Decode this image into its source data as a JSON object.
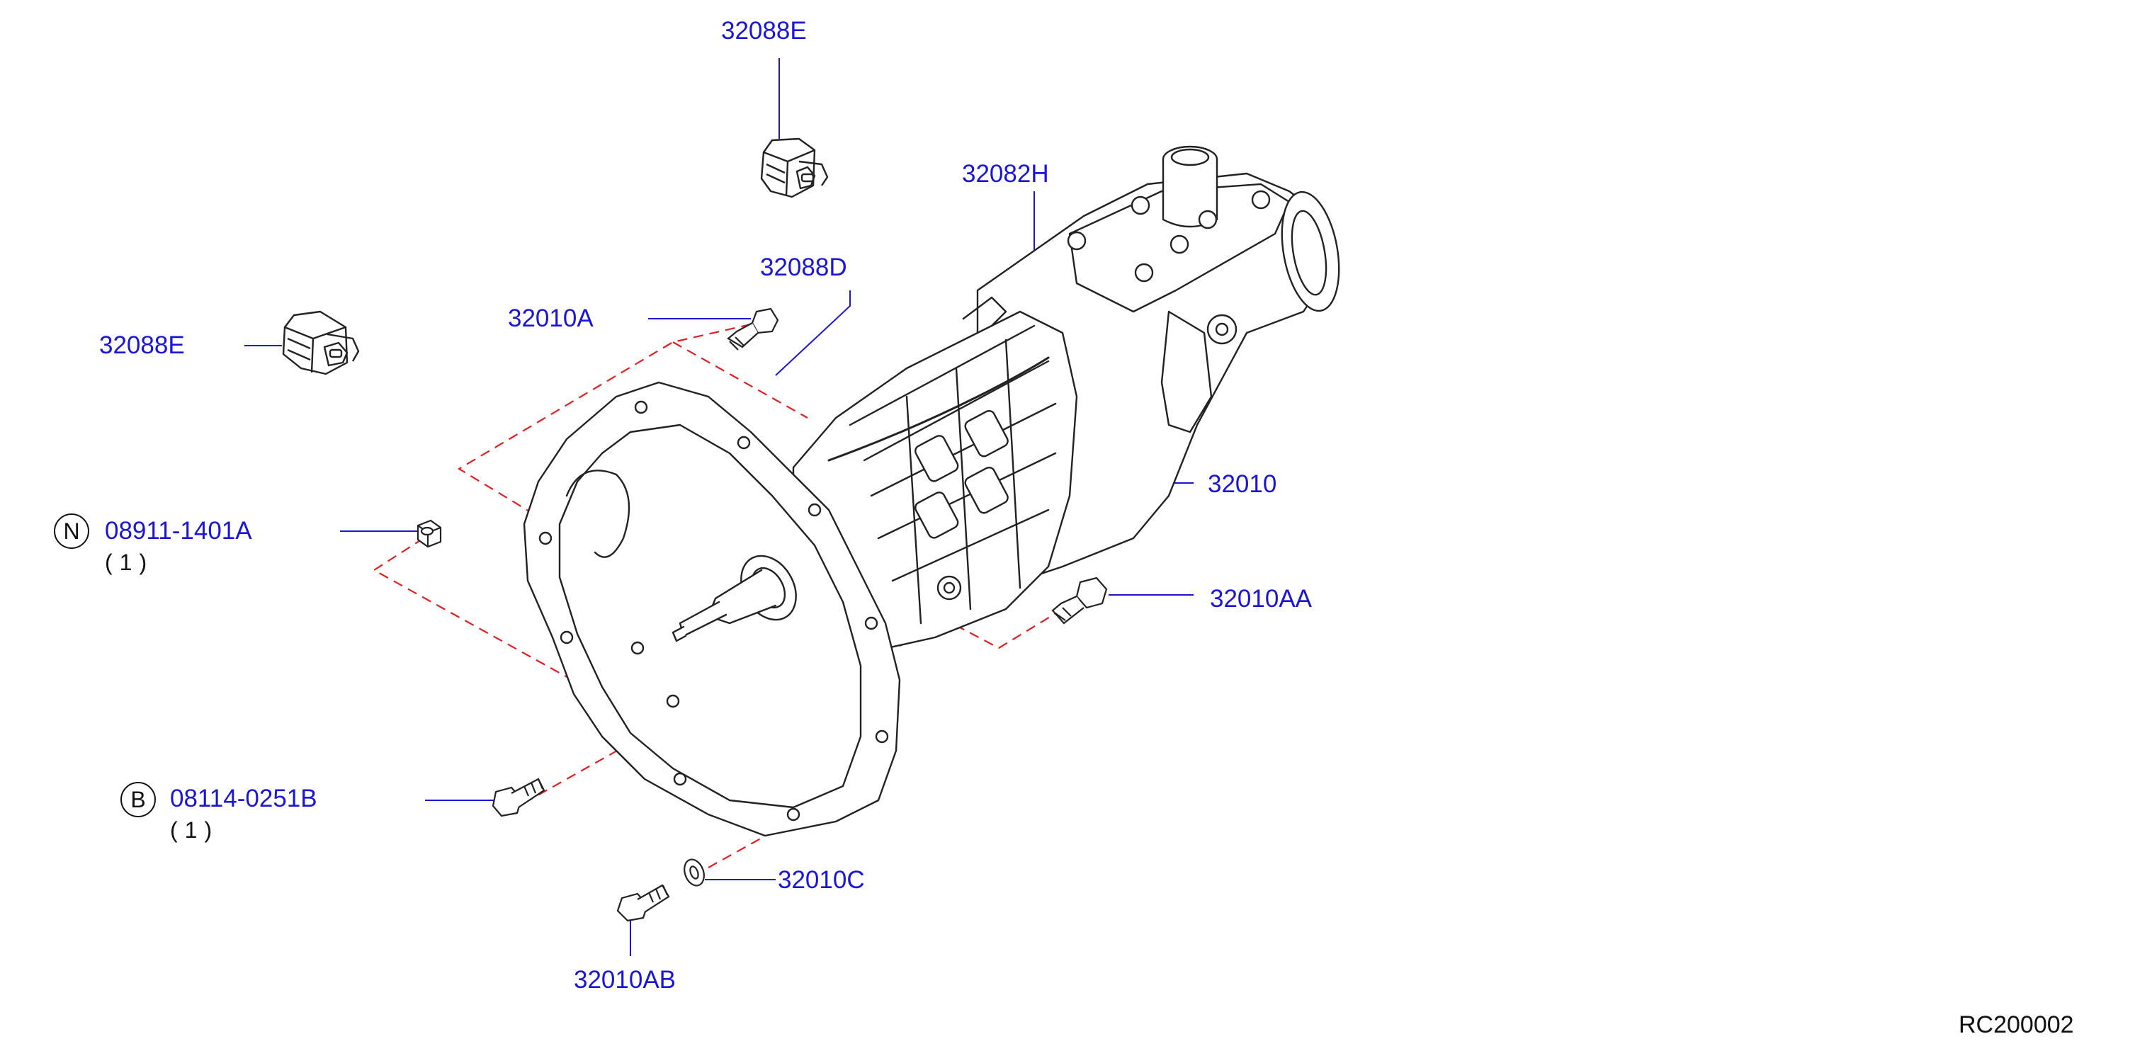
{
  "colors": {
    "callout": "#1a16d4",
    "ink": "#222222",
    "leader": "#1a16d4",
    "dashed_assembly": "#e02020"
  },
  "callouts": {
    "p32088E_top": "32088E",
    "p32088E_left": "32088E",
    "p32082H": "32082H",
    "p32088D": "32088D",
    "p32010A": "32010A",
    "p32010": "32010",
    "p08911": "08911-1401A",
    "p32010AA": "32010AA",
    "p08114": "08114-0251B",
    "p32010C": "32010C",
    "p32010AB": "32010AB"
  },
  "badges": {
    "nut_badge": "N",
    "bolt_badge": "B"
  },
  "quantities": {
    "nut_qty": "(1)",
    "bolt_qty": "(1)"
  },
  "reference": "RC200002"
}
